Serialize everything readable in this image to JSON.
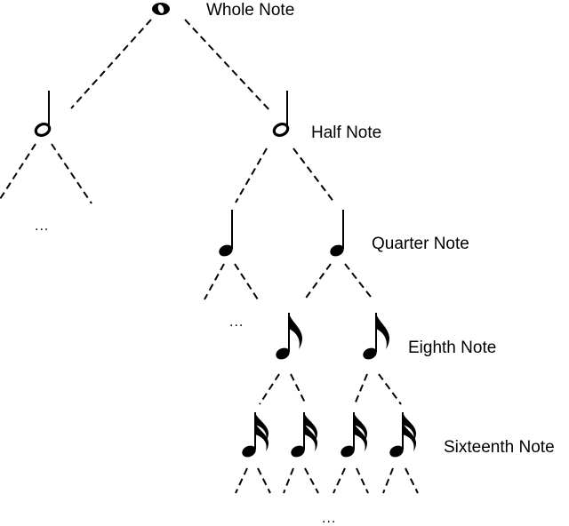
{
  "labels": {
    "whole": "Whole Note",
    "half": "Half Note",
    "quarter": "Quarter Note",
    "eighth": "Eighth Note",
    "sixteenth": "Sixteenth Note"
  },
  "ellipsis": "...",
  "colors": {
    "ink": "#000000",
    "background": "#ffffff"
  },
  "icons": {
    "whole": "whole-note-icon",
    "half": "half-note-icon",
    "quarter": "quarter-note-icon",
    "eighth": "eighth-note-icon",
    "sixteenth": "sixteenth-note-icon"
  }
}
